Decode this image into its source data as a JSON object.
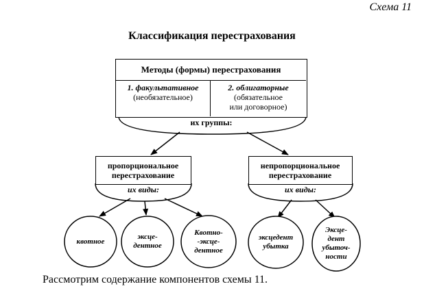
{
  "header": {
    "scheme_label": "Схема 11",
    "title": "Классификация перестрахования"
  },
  "methods": {
    "heading": "Методы (формы) перестрахования",
    "option1_title": "1. факультативное",
    "option1_note": "(необязательное)",
    "option2_title": "2. облигаторные",
    "option2_note_line1": "(обязательное",
    "option2_note_line2": "или договорное)",
    "groups_label": "их группы:"
  },
  "proportional": {
    "title_line1": "пропорциональное",
    "title_line2": "перестрахование",
    "kinds_label": "их виды:",
    "kinds": [
      {
        "line1": "квотное",
        "line2": "",
        "line3": ""
      },
      {
        "line1": "эксце-",
        "line2": "дентное",
        "line3": ""
      },
      {
        "line1": "Квотно-",
        "line2": "-эксце-",
        "line3": "дентное"
      }
    ]
  },
  "nonproportional": {
    "title_line1": "непропорциональное",
    "title_line2": "перестрахование",
    "kinds_label": "их виды:",
    "kinds": [
      {
        "line1": "эксцедент",
        "line2": "убытка",
        "line3": ""
      },
      {
        "line1": "Эксце-",
        "line2": "дент",
        "line3": "убыточ-",
        "line4": "ности"
      }
    ]
  },
  "footer": {
    "text": "Рассмотрим содержание компонентов схемы 11."
  }
}
